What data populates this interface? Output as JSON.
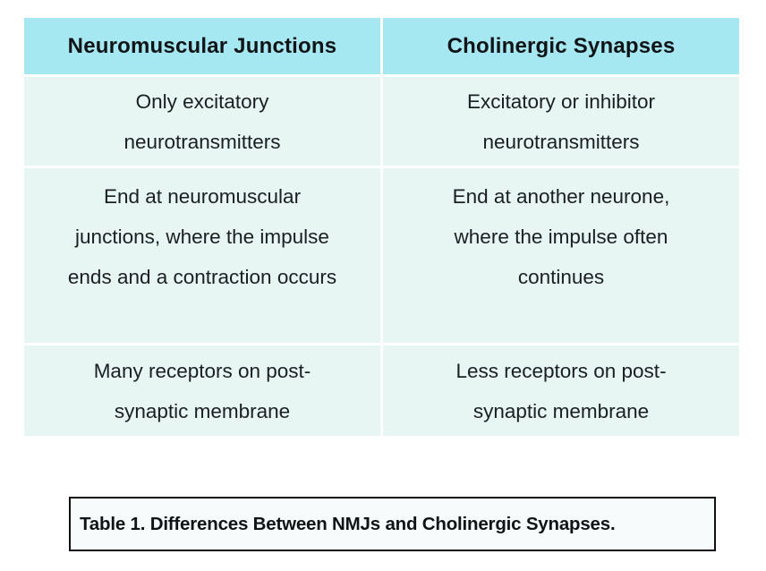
{
  "table": {
    "headers": {
      "left": "Neuromuscular Junctions",
      "right": "Cholinergic Synapses"
    },
    "rows": [
      {
        "nmj": "Only excitatory\nneurotransmitters",
        "cholinergic": "Excitatory or inhibitor\nneurotransmitters"
      },
      {
        "nmj": "End at neuromuscular\njunctions, where the impulse\nends and a contraction occurs",
        "cholinergic": "End at another neurone,\nwhere the impulse often\ncontinues"
      },
      {
        "nmj": "Many receptors on post-\nsynaptic membrane",
        "cholinergic": "Less receptors on post-\nsynaptic membrane"
      }
    ],
    "colors": {
      "header_bg": "#a6e8f1",
      "cell_bg": "#e7f5f3",
      "text": "#1a1f22",
      "divider": "#ffffff"
    }
  },
  "caption": {
    "text": "Table 1. Differences Between NMJs and Cholinergic Synapses."
  }
}
